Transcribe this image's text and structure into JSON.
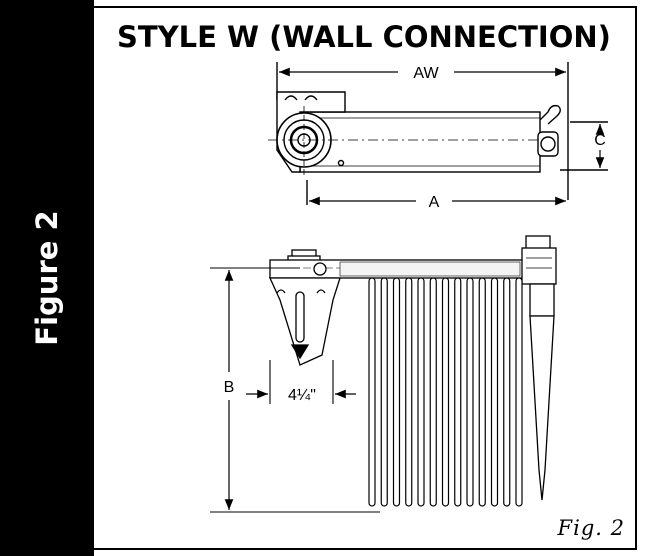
{
  "side_label": "Figure 2",
  "title": "STYLE W (WALL CONNECTION)",
  "caption": "Fig. 2",
  "dimensions": {
    "aw": "AW",
    "a": "A",
    "c": "C",
    "b": "B",
    "width": "4¼\""
  },
  "colors": {
    "band": "#000000",
    "line": "#000000",
    "background": "#ffffff"
  },
  "tube_count": 13
}
